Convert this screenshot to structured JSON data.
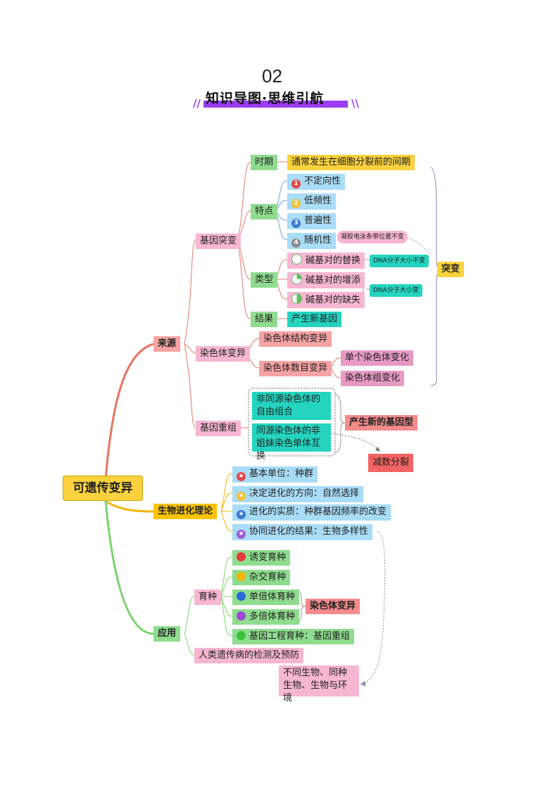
{
  "heading": {
    "number": "02",
    "title": "知识导图·思维引航",
    "deco_left": "//",
    "deco_right": "\\\\"
  },
  "root": "可遗传变异",
  "branches": {
    "source": {
      "label": "来源",
      "gene_mutation": {
        "label": "基因突变",
        "period_label": "时期",
        "period_value": "通常发生在细胞分裂前的间期",
        "traits_label": "特点",
        "traits": [
          {
            "num": "1",
            "text": "不定向性"
          },
          {
            "num": "2",
            "text": "低频性"
          },
          {
            "num": "3",
            "text": "普遍性"
          },
          {
            "num": "4",
            "text": "随机性"
          }
        ],
        "gel_note": "凝胶电泳条带位置不变",
        "types_label": "类型",
        "types": [
          "碱基对的替换",
          "碱基对的增添",
          "碱基对的缺失"
        ],
        "dna_same": "DNA分子大小不变",
        "dna_change": "DNA分子大小变",
        "result_label": "结果",
        "result_value": "产生新基因",
        "summary": "突变"
      },
      "chromosome": {
        "label": "染色体变异",
        "structure": "染色体结构变异",
        "number": "染色体数目变异",
        "single": "单个染色体变化",
        "set": "染色体组变化"
      },
      "recombination": {
        "label": "基因重组",
        "item1": "非同源染色体的自由组合",
        "item2": "同源染色体的非姐妹染色单体互换",
        "result": "产生新的基因型",
        "meiosis": "减数分裂"
      }
    },
    "evolution": {
      "label": "生物进化理论",
      "items": [
        {
          "prefix": "基本单位：",
          "value": "种群"
        },
        {
          "prefix": "决定进化的方向：",
          "value": "自然选择"
        },
        {
          "prefix": "进化的实质：",
          "value": "种群基因频率的改变"
        },
        {
          "prefix": "协同进化的结果：",
          "value": "生物多样性"
        }
      ]
    },
    "application": {
      "label": "应用",
      "breeding_label": "育种",
      "breeding": [
        "诱变育种",
        "杂交育种",
        "单倍体育种",
        "多倍体育种",
        "基因工程育种：基因重组"
      ],
      "chromosome_variation": "染色体变异",
      "disease": "人类遗传病的检测及预防",
      "coevolution": "不同生物、同种生物、生物与环境"
    }
  },
  "colors": {
    "purple": "#9b3df3",
    "pink": "#f7b6d2",
    "green": "#8fdc8f",
    "yellow": "#fbd23d",
    "blue": "#a9dcf7",
    "teal": "#24d4bf",
    "red": "#f26363",
    "gold": "#fcc400"
  }
}
